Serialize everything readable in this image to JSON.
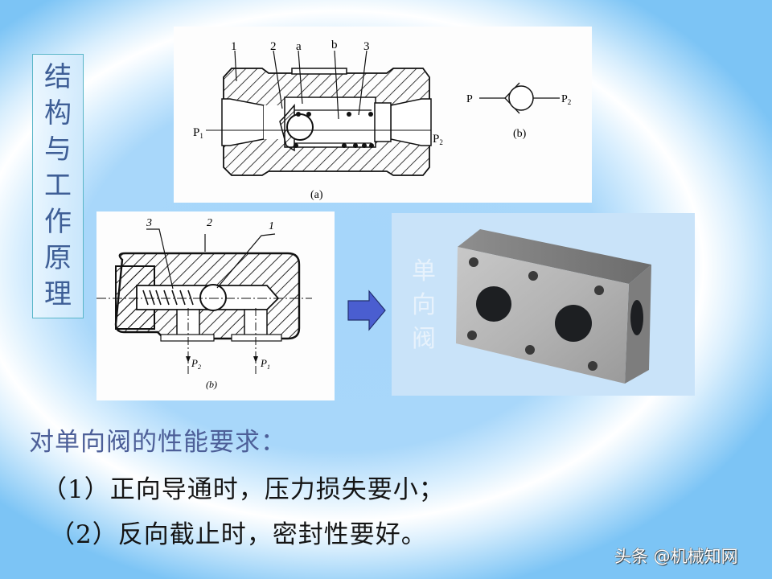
{
  "slide": {
    "side_title_chars": [
      "结",
      "构",
      "与",
      "工",
      "作",
      "原",
      "理"
    ],
    "side_title": "结构与工作原理",
    "diagram_a": {
      "part_labels": [
        "1",
        "2",
        "a",
        "b",
        "3"
      ],
      "port_left": "P",
      "port_left_sub": "1",
      "port_right": "P",
      "port_right_sub": "2",
      "caption_a": "(a)",
      "symbol_left": "P",
      "symbol_right": "P",
      "symbol_right_sub": "2",
      "caption_b": "(b)"
    },
    "diagram_b": {
      "part_labels": [
        "3",
        "2",
        "1"
      ],
      "port_p2": "P",
      "port_p2_sub": "2",
      "port_p1": "P",
      "port_p1_sub": "1",
      "caption": "(b)"
    },
    "arrow_icon": "right-arrow",
    "arrow_color": "#4a5ed0",
    "photo": {
      "label_chars": [
        "单",
        "向",
        "阀"
      ],
      "label": "单向阀"
    },
    "requirements": {
      "heading": "对单向阀的性能要求：",
      "items": [
        "（1）正向导通时，压力损失要小；",
        "（2）反向截止时，密封性要好。"
      ]
    },
    "watermark": "头条 @机械知网"
  }
}
